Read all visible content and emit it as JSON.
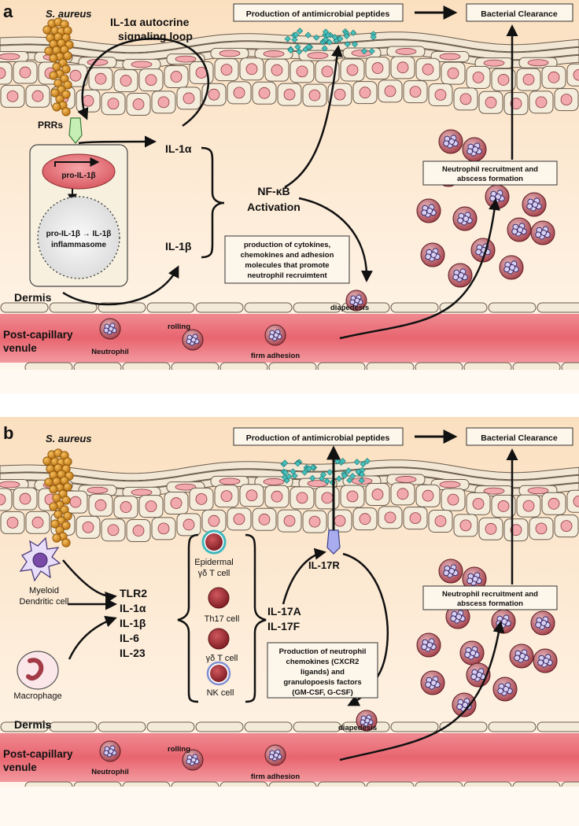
{
  "panel_a": {
    "letter": "a",
    "pathogen": "S. aureus",
    "loop_line1": "IL-1α autocrine",
    "loop_line2": "signaling loop",
    "box_amp": "Production of antimicrobial peptides",
    "box_clear": "Bacterial Clearance",
    "receptor": "PRRs",
    "pro_il1b": "pro-IL-1β",
    "inflam_line1": "pro-IL-1β → IL-1β",
    "inflam_line2": "inflammasome",
    "il1a": "IL-1α",
    "il1b": "IL-1β",
    "nfkb_line1": "NF-κB",
    "nfkb_line2": "Activation",
    "neutro_line1": "Neutrophil recruitment and",
    "neutro_line2": "abscess formation",
    "cyto_lines": [
      "production of cytokines,",
      "chemokines and adhesion",
      "molecules that promote",
      "neutrophil recruimtent"
    ],
    "dermis": "Dermis",
    "venule_line1": "Post-capillary",
    "venule_line2": "venule",
    "lbl_neutrophil": "Neutrophil",
    "lbl_rolling": "rolling",
    "lbl_firm": "firm adhesion",
    "lbl_diapedesis": "diapedesis"
  },
  "panel_b": {
    "letter": "b",
    "pathogen": "S. aureus",
    "box_amp": "Production of antimicrobial peptides",
    "box_clear": "Bacterial Clearance",
    "receptor": "IL-17R",
    "myeloid_line1": "Myeloid",
    "myeloid_line2": "Dendritic cell",
    "macrophage": "Macrophage",
    "cytokines": [
      "TLR2",
      "IL-1α",
      "IL-1β",
      "IL-6",
      "IL-23"
    ],
    "epi_line1": "Epidermal",
    "epi_line2": "γδ T cell",
    "th17": "Th17 cell",
    "gd": "γδ T cell",
    "nk": "NK cell",
    "il17a": "IL-17A",
    "il17f": "IL-17F",
    "neutro_line1": "Neutrophil recruitment and",
    "neutro_line2": "abscess formation",
    "prod_lines": [
      "Production of neutrophil",
      "chemokines (CXCR2",
      "ligands) and",
      "granulopoesis factors",
      "(GM-CSF, G-CSF)"
    ],
    "dermis": "Dermis",
    "venule_line1": "Post-capillary",
    "venule_line2": "venule",
    "lbl_neutrophil": "Neutrophil",
    "lbl_rolling": "rolling",
    "lbl_firm": "firm adhesion",
    "lbl_diapedesis": "diapedesis"
  },
  "colors": {
    "dermis_top": "#fbe4c8",
    "dermis_bottom": "#fff6ec",
    "cell_fill": "#f3ead8",
    "nucleus": "#f2a9ae",
    "vessel": "#e8737c",
    "bacteria": "#e2961e",
    "peptide": "#3fb7b2",
    "neutrophil": "#a8474f",
    "tcell": "#9c2a2f",
    "receptor_green": "#bfe9b0",
    "receptor_purple": "#9aa0e0"
  }
}
